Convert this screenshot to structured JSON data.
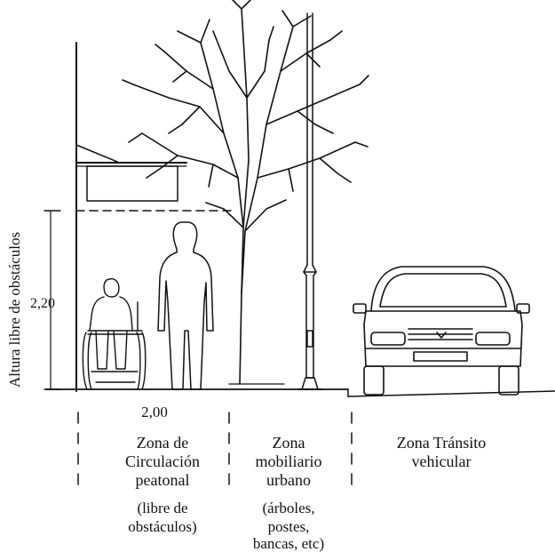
{
  "vertical_label": "Altura libre de obstáculos",
  "height_label": "2,20",
  "width_label": "2,00",
  "zones": [
    {
      "title": [
        "Zona de",
        "Circulación",
        "peatonal"
      ],
      "note": [
        "(libre de",
        "obstáculos)"
      ]
    },
    {
      "title": [
        "Zona",
        "mobiliario",
        "urbano"
      ],
      "note": [
        "(árboles,",
        "postes,",
        "bancas, etc)"
      ]
    },
    {
      "title": [
        "Zona Tránsito",
        "vehicular"
      ],
      "note": []
    }
  ]
}
